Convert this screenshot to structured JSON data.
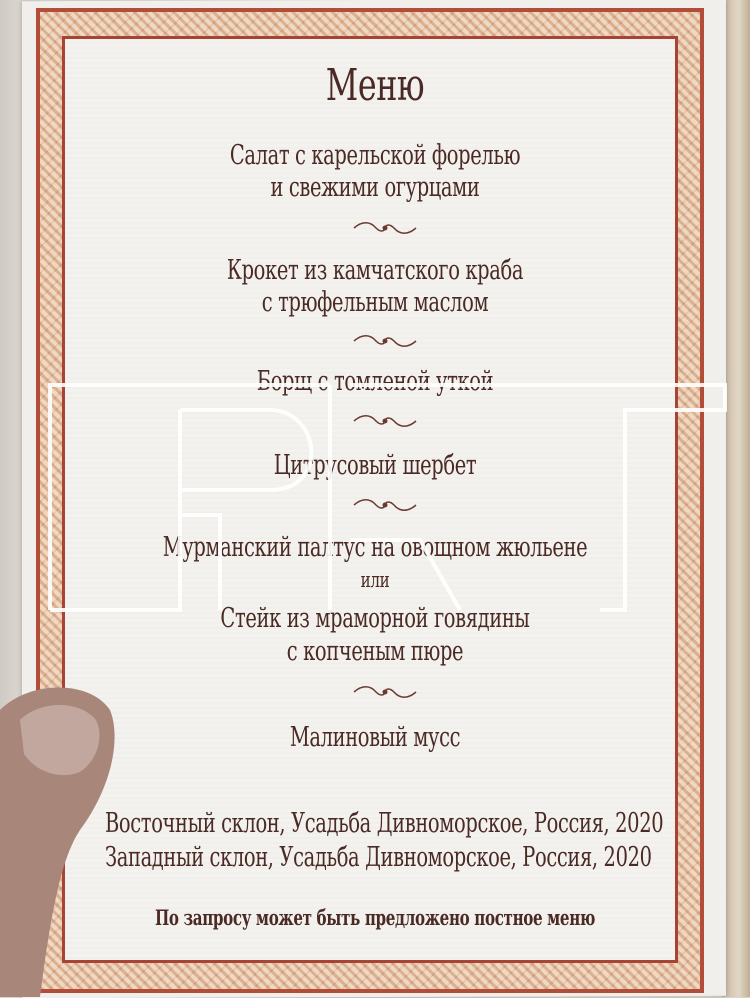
{
  "menu": {
    "title": "Меню",
    "courses": [
      {
        "lines": [
          "Салат с карельской форелью",
          "и свежими огурцами"
        ]
      },
      {
        "lines": [
          "Крокет из камчатского краба",
          "с трюфельным маслом"
        ]
      },
      {
        "lines": [
          "Борщ с томленой уткой"
        ]
      },
      {
        "lines": [
          "Цитрусовый шербет"
        ]
      },
      {
        "lines": [
          "Мурманский палтус на овощном жюльене",
          "или",
          "Стейк из мраморной говядины",
          "с копченым пюре"
        ]
      },
      {
        "lines": [
          "Малиновый мусс"
        ]
      }
    ],
    "wines": [
      "Восточный склон, Усадьба Дивноморское, Россия, 2020",
      "Западный склон, Усадьба Дивноморское, Россия, 2020"
    ],
    "note": "По запросу может быть предложено постное меню"
  },
  "colors": {
    "border_red": "#b24d3a",
    "text": "#4a2a24",
    "paper": "#f4f2ef"
  },
  "icons": {
    "divider": "ornament-divider-icon",
    "watermark": "watermark-logo-icon"
  }
}
